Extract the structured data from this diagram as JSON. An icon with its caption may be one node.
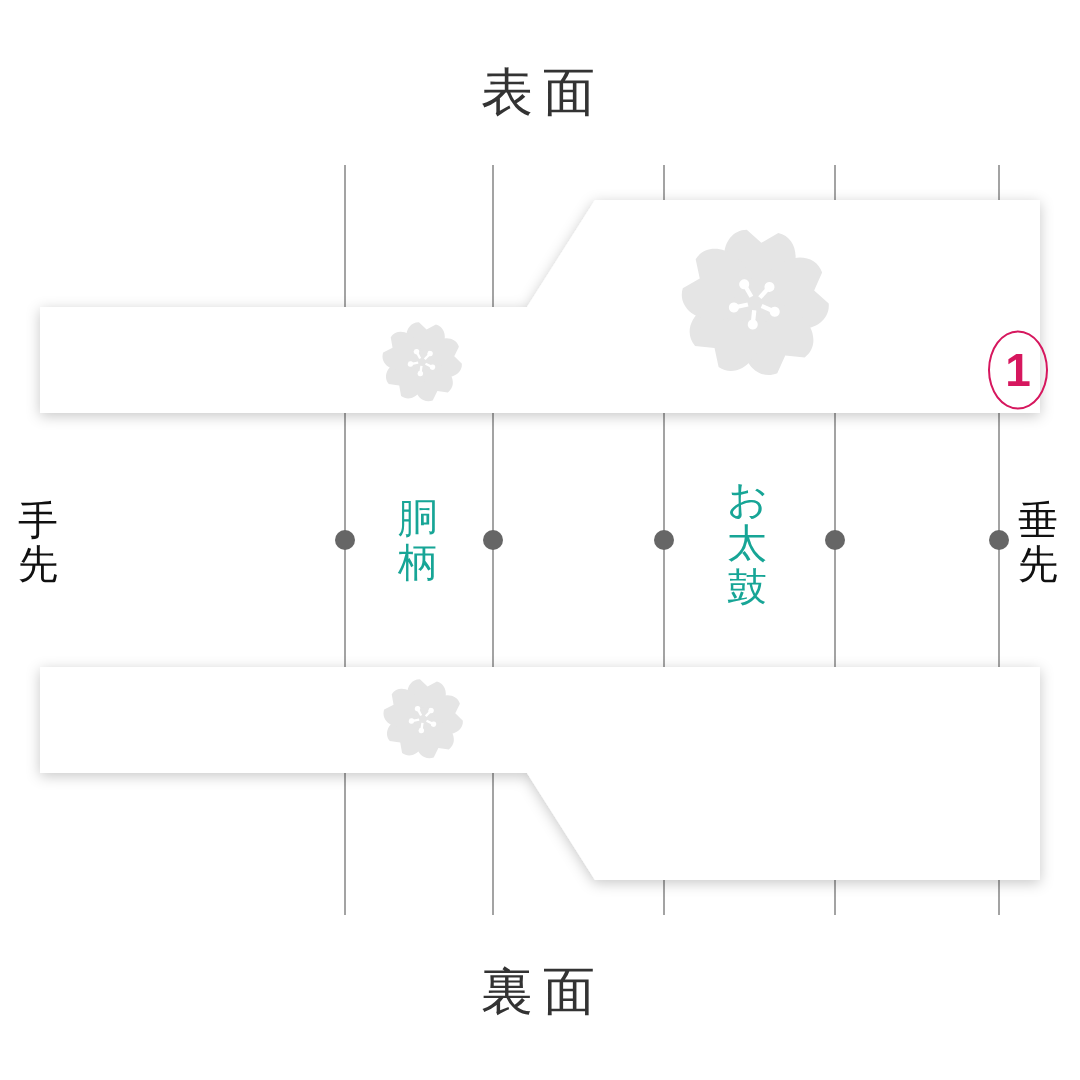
{
  "diagram": {
    "labels": [
      "表面",
      "1",
      "手先",
      "胴柄",
      "お太鼓",
      "垂先",
      "裏面"
    ]
  }
}
